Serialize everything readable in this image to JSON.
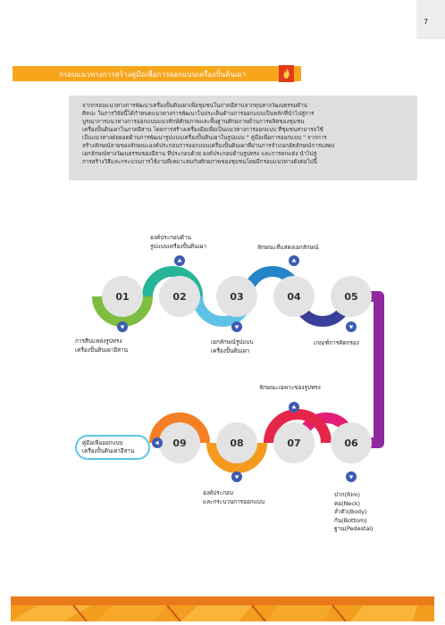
{
  "page": {
    "number": "7"
  },
  "banner": {
    "title": "กรอบแนวทางการสร้างคู่มือเพื่อการออกแบบเครื่องปั้นดินเผา"
  },
  "intro": {
    "text": "          จากกรอบแนวทางการพัฒนาเครื่องปั้นดินเผาเพื่อชุมชนในภาคอีสานจากทุนทางวัฒนธรรมด้าน\nศิลปะ ในการวิจัยนี้ได้กำหนดแนวทางการพัฒนาในประเด็นด้านการออกแบบเป็นหลักที่นำไปสู่การ\nบูรณาการแนวทางการออกแบบแนวทักษ์ศักยภาพและพื้นฐานศักยภาพด้านการผลิตของชุมชน\nเครื่องปั้นดินเผาในภาคอีสาน โดยการสร้างเครื่องมือเพื่อเป็นแนวทางการออกแบบ ที่ชุมชนสามารถใช้\nเป็นแนวทางต่อยอดด้านการพัฒนารูปแบบเครื่องปั้นดินเผาในรูปแบบ \" คู่มือเพื่อการออกแบบ \" จากการ\nสร้างลักษณ์ลายของลักษณะองค์ประกอบการออกแบบเครื่องปั้นดินเผาที่ผ่านการจำแนกอัตลักษณ์การแสดง\nเอกลักษณ์ทางวัฒนธรรมของอีสาน ที่ประกอบด้วย องค์ประกอบด้านรูปทรง และการตกแต่ง นำไปสู่\nการสร้างวิธีและกระบวนการใช้งานที่เหมาะสมกับศักยภาพของชุมชนโดยมีกรอบแนวทางดังต่อไปนี้"
  },
  "steps": [
    {
      "number": "01",
      "label": "การสืบแหล่งรูปทรง\nเครื่องปั้นดินเผาอีสาน",
      "color": "#7dbd3f"
    },
    {
      "number": "02",
      "label": "องค์ประกอบด้าน\nรูปแบบเครื่องปั้นดินเผา",
      "color": "#27b59a"
    },
    {
      "number": "03",
      "label": "เอกลักษณ์รูปแบบ\nเครื่องปั้นดินเผา",
      "color": "#5ec3e6"
    },
    {
      "number": "04",
      "label": "ลักษณะที่แสดงเอกลักษณ์",
      "color": "#2585c7"
    },
    {
      "number": "05",
      "label": "เกณฑ์การคัดกรอง",
      "color": "#3a3f9c"
    },
    {
      "number": "06",
      "label": "ปาก(Rim)\nคอ(Neck)\nลำตัว(Body)\nก้น(Bottom)\nฐาน(Pedestal)",
      "color": "#e21e77"
    },
    {
      "number": "07",
      "label": "ลักษณะเฉพาะของรูปทรง",
      "color": "#e5264a"
    },
    {
      "number": "08",
      "label": "องค์ประกอบ\nและกระบวนการออกแบบ",
      "color": "#f39a1f"
    },
    {
      "number": "09",
      "label": "",
      "color": "#f57f25"
    }
  ],
  "connector_color": "#8e2a9e",
  "result": {
    "label": "คู่มือเพื่อออกแบบ\nเครื่องปั้นดินเผาอีสาน"
  },
  "colors": {
    "banner": "#f7a61c",
    "banner_accent": "#e23a1c",
    "intro_box": "#dedede",
    "circle_fill": "#e3e3e3",
    "marker_fill": "#3c5bb3",
    "result_border": "#5ec6ea",
    "footer": "#f39d1e"
  },
  "icons": [
    "flame-icon",
    "arrow-up-icon",
    "arrow-down-icon",
    "arrow-left-icon"
  ]
}
